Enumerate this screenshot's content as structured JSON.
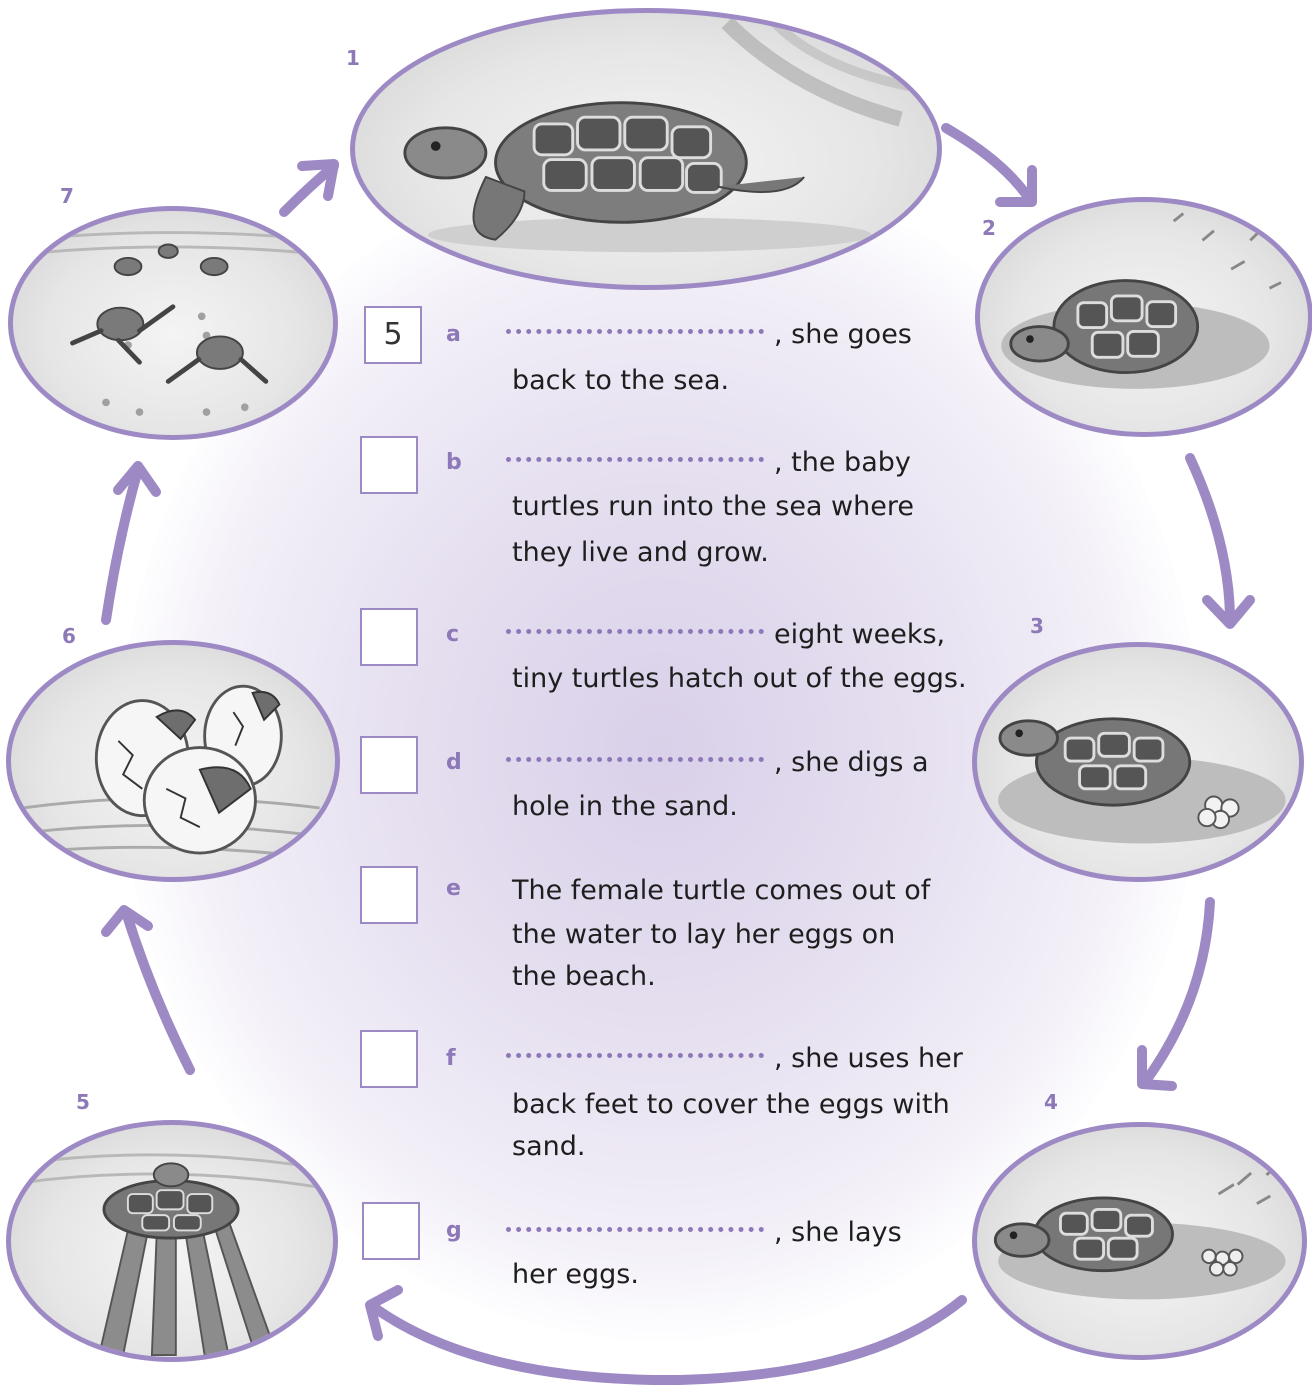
{
  "accent_color": "#9d8ac5",
  "stage_numbers": [
    "1",
    "2",
    "3",
    "4",
    "5",
    "6",
    "7"
  ],
  "stage_illustrations": [
    "turtle-swimming",
    "turtle-digging-hole",
    "turtle-laying-eggs",
    "turtle-covering-eggs",
    "turtle-returning-to-sea",
    "turtles-hatching",
    "baby-turtles-running-to-sea"
  ],
  "sentences": [
    {
      "letter": "a",
      "answer": "5",
      "after_blank": ", she goes",
      "lines": [
        "back to the sea."
      ]
    },
    {
      "letter": "b",
      "answer": "",
      "after_blank": ", the baby",
      "lines": [
        "turtles run into the sea where",
        "they live and grow."
      ]
    },
    {
      "letter": "c",
      "answer": "",
      "after_blank": "eight weeks,",
      "lines": [
        "tiny turtles hatch out of the eggs."
      ]
    },
    {
      "letter": "d",
      "answer": "",
      "after_blank": ", she digs a",
      "lines": [
        "hole in the sand."
      ]
    },
    {
      "letter": "e",
      "answer": "",
      "first_line": "The female turtle comes out of",
      "lines": [
        "the water to lay her eggs on",
        "the beach."
      ]
    },
    {
      "letter": "f",
      "answer": "",
      "after_blank": ", she uses her",
      "lines": [
        "back feet to cover the eggs with",
        "sand."
      ]
    },
    {
      "letter": "g",
      "answer": "",
      "after_blank": ", she lays",
      "lines": [
        "her eggs."
      ]
    }
  ]
}
